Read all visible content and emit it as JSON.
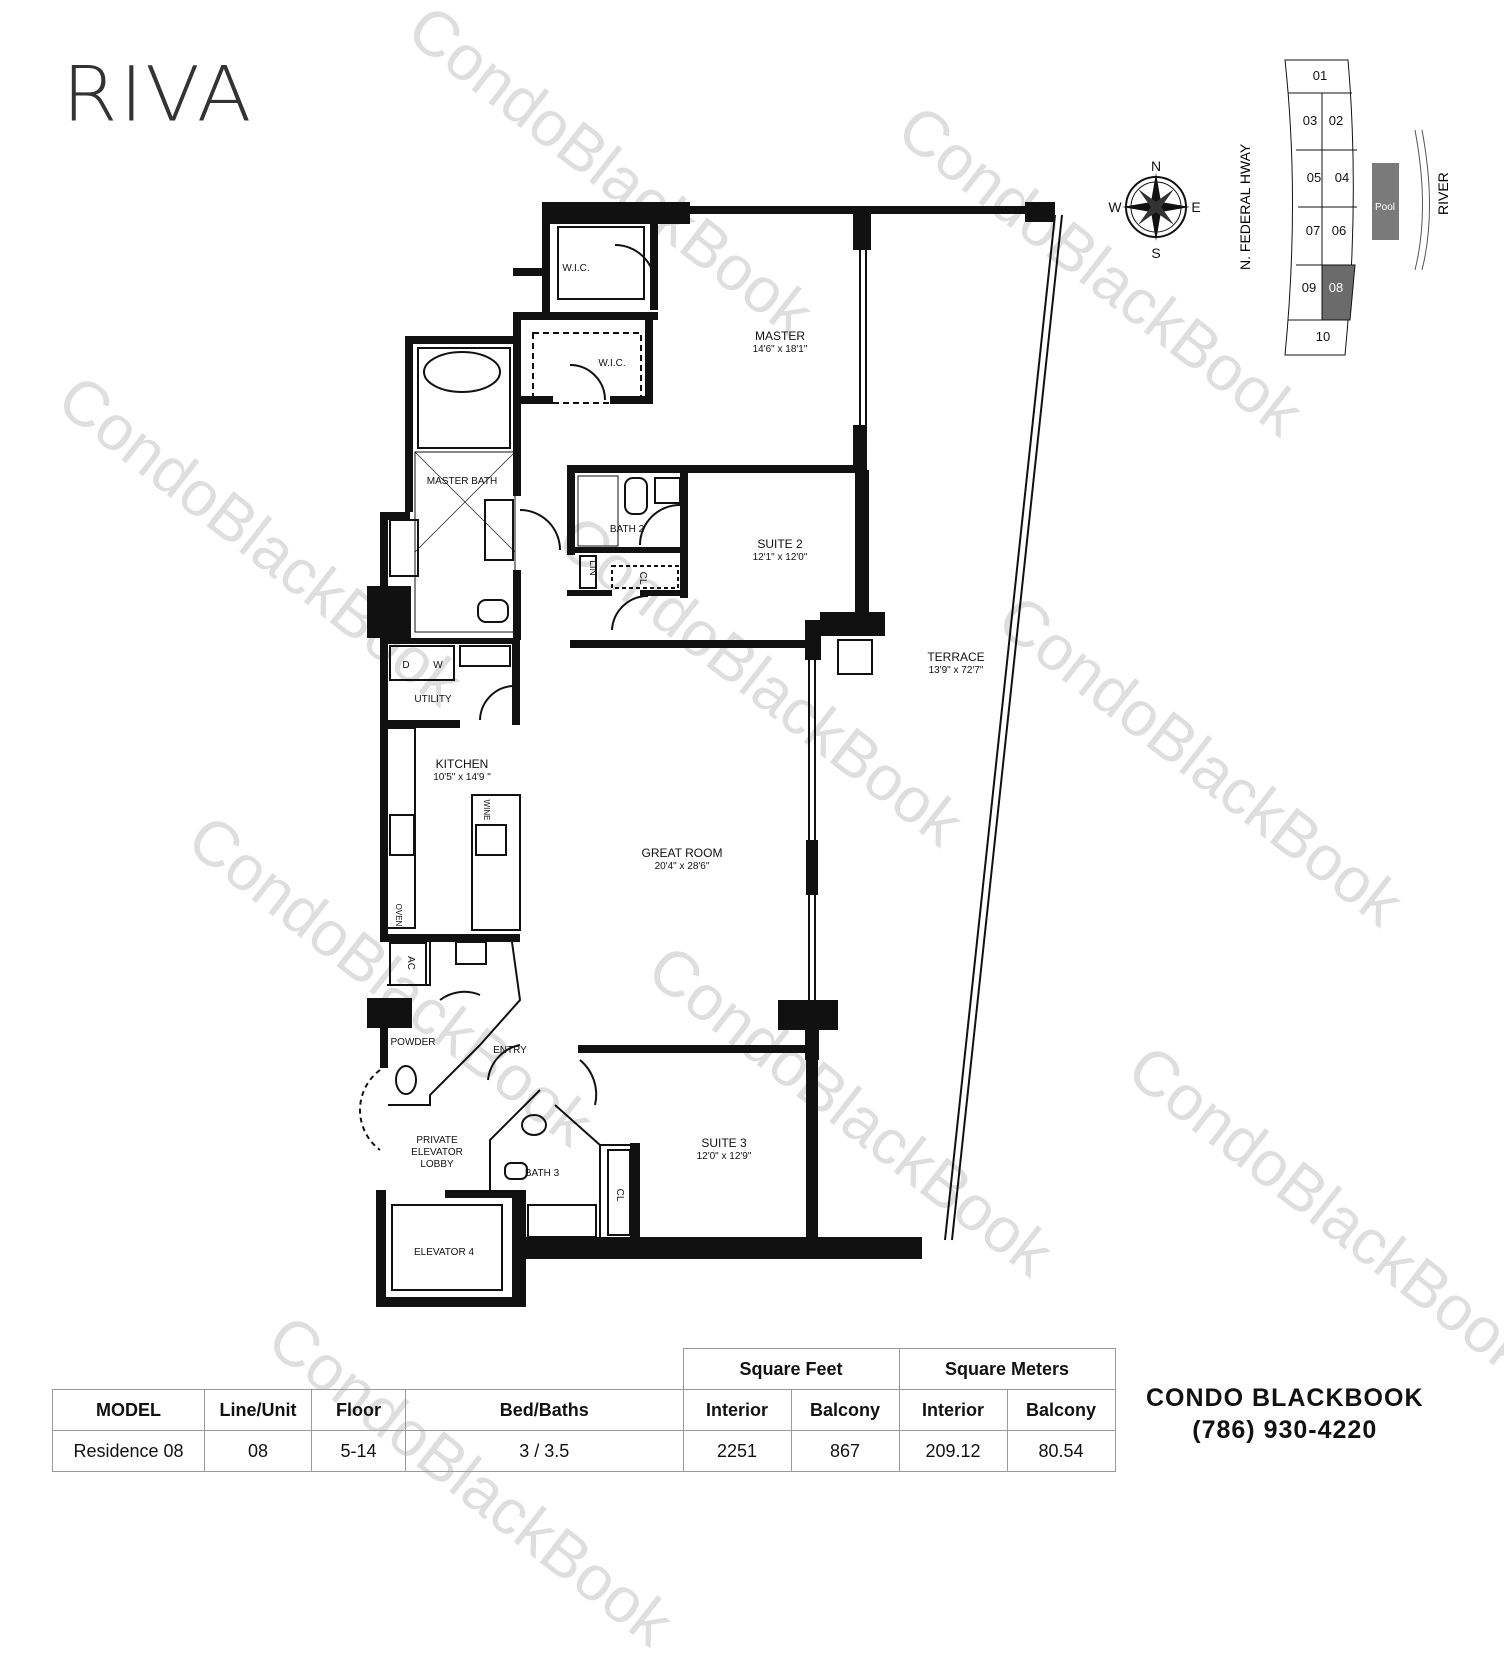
{
  "brand": {
    "logo": "RIVA"
  },
  "rooms": {
    "wic1": "W.I.C.",
    "wic2": "W.I.C.",
    "master": {
      "name": "MASTER",
      "size": "14'6\" x 18'1\""
    },
    "master_bath": "MASTER BATH",
    "bath2": "BATH 2",
    "lin": "LIN",
    "cl1": "CL",
    "suite2": {
      "name": "SUITE 2",
      "size": "12'1\" x 12'0\""
    },
    "terrace": {
      "name": "TERRACE",
      "size": "13'9\" x 72'7\""
    },
    "utility": "UTILITY",
    "dryer": "D",
    "washer": "W",
    "kitchen": {
      "name": "KITCHEN",
      "size": "10'5\" x 14'9 \""
    },
    "wine": "WINE",
    "oven": "OVEN",
    "great_room": {
      "name": "GREAT ROOM",
      "size": "20'4\" x 28'6\""
    },
    "ac": "AC",
    "powder": "POWDER",
    "entry": "ENTRY",
    "lobby": [
      "PRIVATE",
      "ELEVATOR",
      "LOBBY"
    ],
    "bath3": "BATH 3",
    "cl2": "CL",
    "suite3": {
      "name": "SUITE 3",
      "size": "12'0\" x 12'9\""
    },
    "elevator": "ELEVATOR 4"
  },
  "keyplan": {
    "compass": {
      "n": "N",
      "s": "S",
      "e": "E",
      "w": "W"
    },
    "road": "N. FEDERAL HWAY",
    "river": "RIVER",
    "pool": "Pool",
    "units": [
      "01",
      "02",
      "03",
      "04",
      "05",
      "06",
      "07",
      "08",
      "09",
      "10"
    ],
    "highlighted_unit": "08",
    "highlight_color": "#6b6b6b",
    "pool_color": "#7a7a7a"
  },
  "table": {
    "group_headers": [
      "Square Feet",
      "Square Meters"
    ],
    "headers": [
      "MODEL",
      "Line/Unit",
      "Floor",
      "Bed/Baths",
      "Interior",
      "Balcony",
      "Interior",
      "Balcony"
    ],
    "row": [
      "Residence 08",
      "08",
      "5-14",
      "3 / 3.5",
      "2251",
      "867",
      "209.12",
      "80.54"
    ]
  },
  "contact": {
    "brand_light": "CONDO",
    "brand_bold": "BLACKBOOK",
    "phone": "(786) 930-4220"
  },
  "watermark": "CondoBlackBook"
}
